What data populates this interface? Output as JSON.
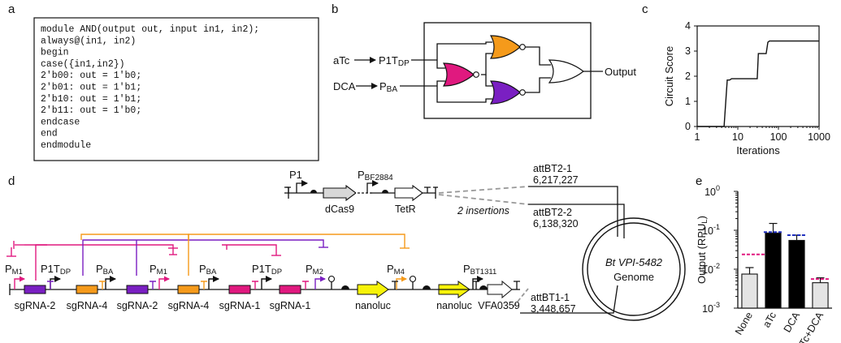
{
  "panels": {
    "a": "a",
    "b": "b",
    "c": "c",
    "d": "d",
    "e": "e"
  },
  "verilog": [
    "module AND(output out, input in1, in2);",
    "  always@(in1, in2)",
    "    begin",
    "      case({in1,in2})",
    "        2'b00: out = 1'b0;",
    "        2'b01: out = 1'b1;",
    "        2'b10: out = 1'b1;",
    "        2'b11: out = 1'b0;",
    "      endcase",
    "    end",
    "endmodule"
  ],
  "circuit": {
    "input1": "aTc",
    "promoter1": "P1T",
    "promoter1_sub": "DP",
    "input2": "DCA",
    "promoter2": "P",
    "promoter2_sub": "BA",
    "output": "Output",
    "colors": {
      "nor_top": "#f59a1b",
      "nor_mid": "#e0197f",
      "nor_bot": "#7a1fc2"
    }
  },
  "chart_data": {
    "type": "line",
    "title": "",
    "xlabel": "Iterations",
    "ylabel": "Circuit Score",
    "xscale": "log",
    "xlim": [
      1,
      1000
    ],
    "ylim": [
      0,
      4
    ],
    "xticks": [
      "1",
      "10",
      "100",
      "1000"
    ],
    "yticks": [
      "0",
      "1",
      "2",
      "3",
      "4"
    ],
    "series": [
      {
        "x": [
          1,
          4.6,
          5.5,
          6.3,
          7,
          8,
          20,
          30,
          32,
          50,
          55,
          60,
          100,
          1000
        ],
        "y": [
          0,
          0,
          1.85,
          1.85,
          1.9,
          1.9,
          1.9,
          1.9,
          2.9,
          2.9,
          3.35,
          3.4,
          3.4,
          3.4
        ]
      }
    ]
  },
  "genome": {
    "name": "Bt VPI-5482",
    "label": "Genome",
    "sites": [
      {
        "name": "attBT2-1",
        "pos": "6,217,227"
      },
      {
        "name": "attBT2-2",
        "pos": "6,138,320"
      },
      {
        "name": "attBT1-1",
        "pos": "3,448,657"
      }
    ],
    "insertions": "2 insertions"
  },
  "top_construct": {
    "p1": "P1",
    "p2": "P",
    "p2_sub": "BF2884",
    "gene1": "dCas9",
    "gene2": "TetR"
  },
  "bottom_construct": {
    "promoters": [
      {
        "main": "P",
        "sub": "M1"
      },
      {
        "main": "P1T",
        "sub": "DP"
      },
      {
        "main": "P",
        "sub": "BA"
      },
      {
        "main": "P",
        "sub": "M1"
      },
      {
        "main": "P",
        "sub": "BA"
      },
      {
        "main": "P1T",
        "sub": "DP"
      },
      {
        "main": "P",
        "sub": "M2"
      },
      {
        "main": "P",
        "sub": "M4"
      },
      {
        "main": "P",
        "sub": "BT1311"
      }
    ],
    "genes": [
      "sgRNA-2",
      "sgRNA-4",
      "sgRNA-2",
      "sgRNA-4",
      "sgRNA-1",
      "sgRNA-1",
      "nanoluc",
      "nanoluc",
      "VFA0359"
    ]
  },
  "bar_chart": {
    "type": "bar",
    "ylabel": "Output (RPU",
    "ylabel_sub": "L",
    "ylabel_close": ")",
    "yscale": "log",
    "ylim": [
      0.001,
      1
    ],
    "yticks": [
      {
        "base": "10",
        "exp": "0"
      },
      {
        "base": "10",
        "exp": "-1"
      },
      {
        "base": "10",
        "exp": "-2"
      },
      {
        "base": "10",
        "exp": "-3"
      }
    ],
    "categories": [
      "None",
      "aTc",
      "DCA",
      "aTc+DCA"
    ],
    "values": [
      0.0075,
      0.085,
      0.055,
      0.0045
    ],
    "errors": [
      0.0035,
      0.065,
      0.02,
      0.0015
    ],
    "fills": [
      "#e4e4e4",
      "#000000",
      "#000000",
      "#e4e4e4"
    ],
    "expected": [
      0.024,
      0.09,
      0.075,
      0.0056
    ],
    "expected_colors": [
      "#e0197f",
      "#1f2fbf",
      "#1f2fbf",
      "#e0197f"
    ]
  }
}
